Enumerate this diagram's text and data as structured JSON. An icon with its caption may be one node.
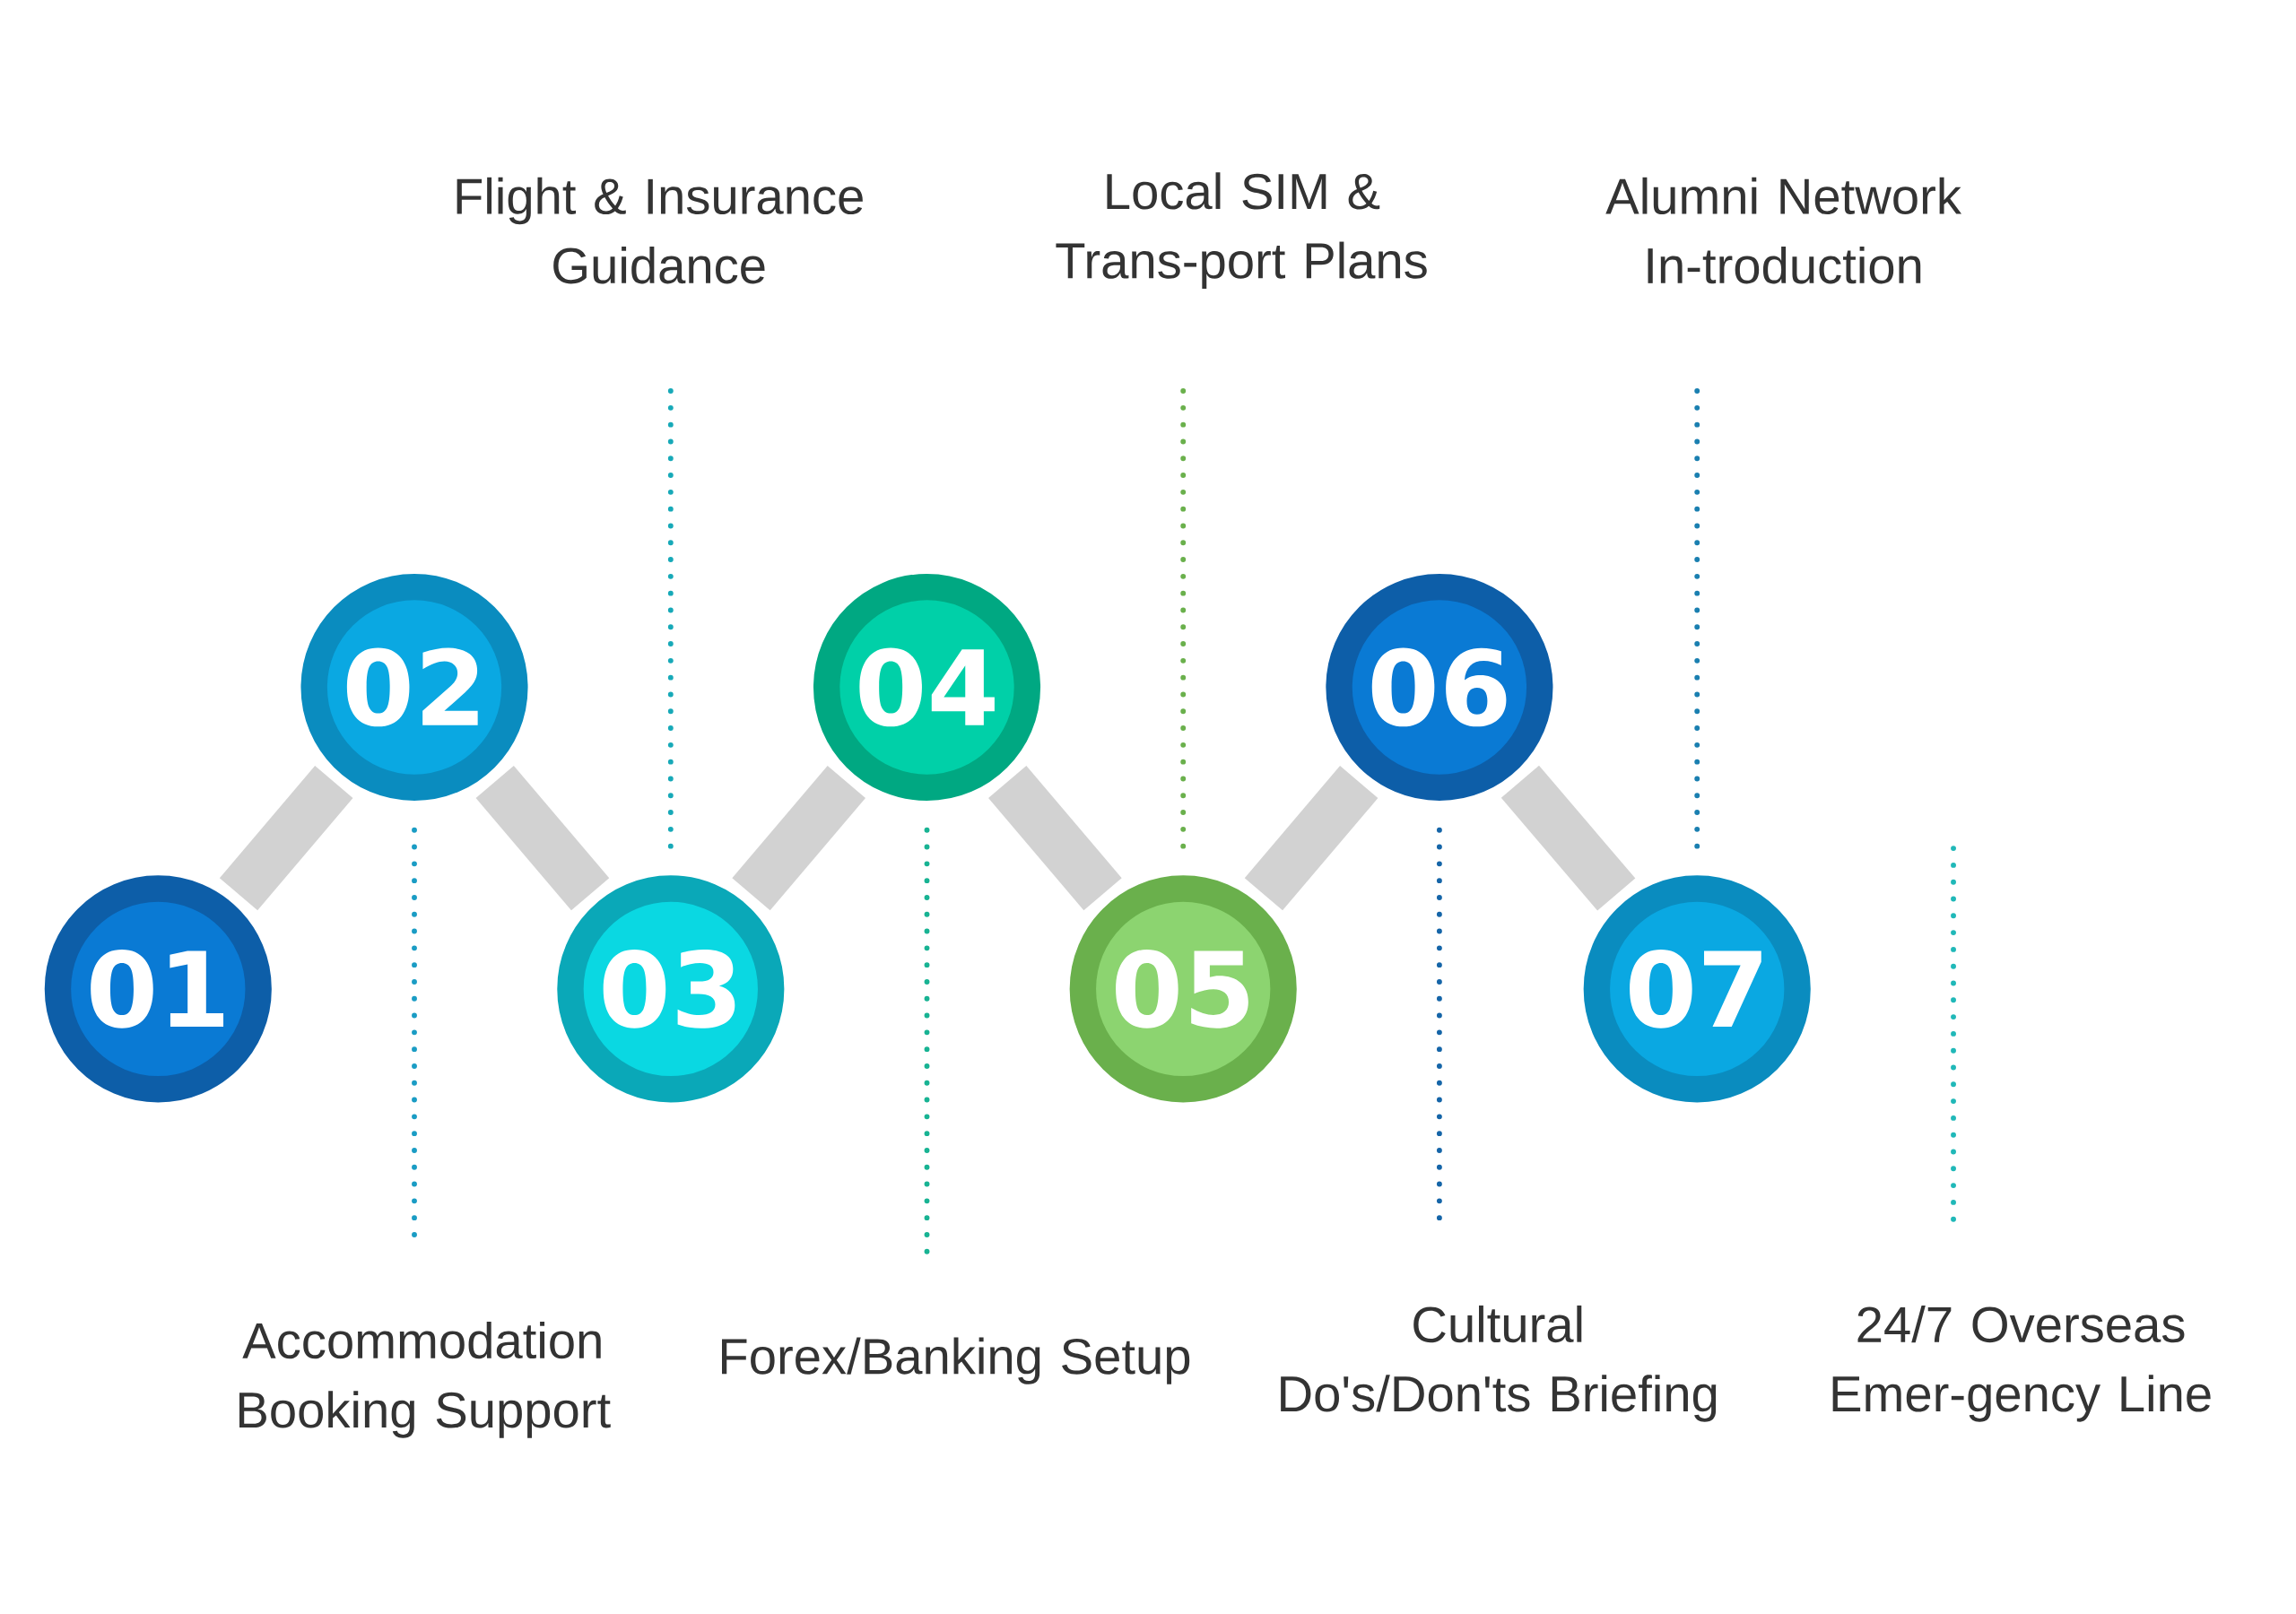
{
  "diagram": {
    "nodes": [
      {
        "text": [
          "01"
        ]
      },
      {
        "text": [
          "02"
        ]
      },
      {
        "text": [
          "03"
        ]
      },
      {
        "text": [
          "04"
        ]
      },
      {
        "text": [
          "05"
        ]
      },
      {
        "text": [
          "06"
        ]
      },
      {
        "text": [
          "07"
        ]
      },
      {
        "text": [
          "Flight & Insurance Guidance"
        ]
      },
      {
        "text": [
          "Local SIM & Trans-port Plans"
        ]
      },
      {
        "text": [
          "Alumni Network In-troduction"
        ]
      },
      {
        "text": [
          "Accommodation Booking Support"
        ]
      },
      {
        "text": [
          "Forex/Banking Setup"
        ]
      },
      {
        "text": [
          "Cultural Do's/Don'ts Briefing"
        ]
      },
      {
        "text": [
          "24/7 Overseas Emer-gency Line"
        ]
      }
    ],
    "edges": [
      {
        "from": 0,
        "to": 1,
        "arrow": "none",
        "style": "thick"
      },
      {
        "from": 1,
        "to": 2,
        "arrow": "none",
        "style": "thick"
      },
      {
        "from": 2,
        "to": 3,
        "arrow": "none",
        "style": "thick"
      },
      {
        "from": 3,
        "to": 4,
        "arrow": "none",
        "style": "thick"
      },
      {
        "from": 4,
        "to": 5,
        "arrow": "none",
        "style": "thick"
      },
      {
        "from": 5,
        "to": 6,
        "arrow": "none",
        "style": "thick"
      },
      {
        "from": 1,
        "to": 10,
        "arrow": "none",
        "style": "dashed",
        "color": "#1a9cc4"
      },
      {
        "from": 2,
        "to": 7,
        "arrow": "none",
        "style": "dashed",
        "color": "#17a9b8"
      },
      {
        "from": 3,
        "to": 11,
        "arrow": "none",
        "style": "dashed",
        "color": "#18b393"
      },
      {
        "from": 4,
        "to": 8,
        "arrow": "none",
        "style": "dashed",
        "color": "#6ab04c"
      },
      {
        "from": 5,
        "to": 12,
        "arrow": "none",
        "style": "dashed",
        "color": "#1565a8"
      },
      {
        "from": 6,
        "to": 9,
        "arrow": "none",
        "style": "dashed",
        "color": "#1a7fb0"
      },
      {
        "from": null,
        "to": 13,
        "arrow": "none",
        "style": "dashed",
        "color": "#20b8b8"
      }
    ]
  }
}
